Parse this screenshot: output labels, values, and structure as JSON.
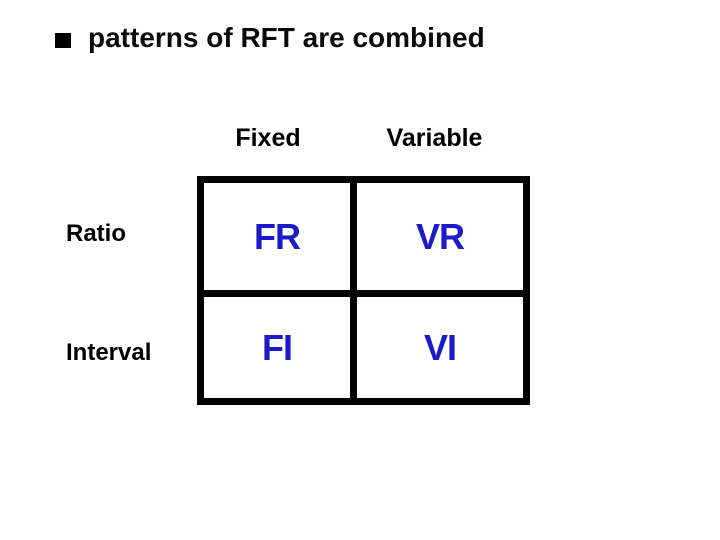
{
  "slide": {
    "title": {
      "text": "patterns of RFT are combined",
      "bullet_icon": "square-bullet"
    },
    "matrix": {
      "column_headers": [
        "Fixed",
        "Variable"
      ],
      "row_labels": [
        "Ratio",
        "Interval"
      ],
      "cells": [
        [
          "FR",
          "VR"
        ],
        [
          "FI",
          "VI"
        ]
      ]
    },
    "colors": {
      "background": "#ffffff",
      "title_text": "#0a0a0a",
      "header_text": "#000000",
      "table_border": "#000000",
      "cell_text": "#1b1bc9"
    }
  }
}
